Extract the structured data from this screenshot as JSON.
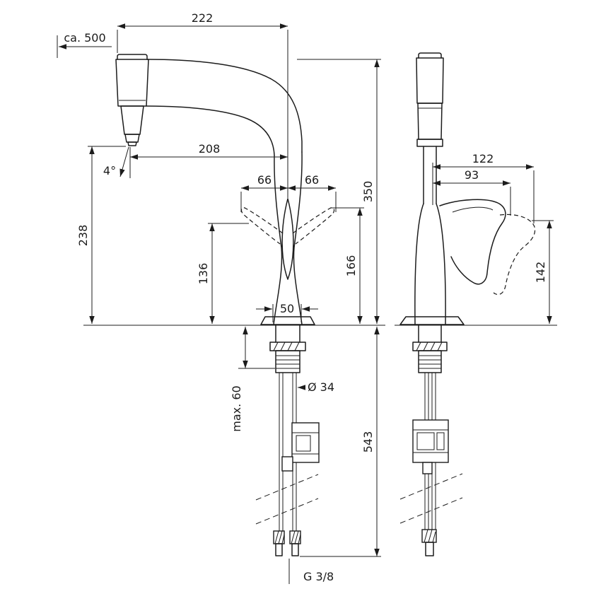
{
  "drawing": {
    "kind": "faucet-installation-dimension-drawing",
    "views": [
      "front",
      "side"
    ],
    "line_color": "#1c1c1c",
    "background_color": "#ffffff"
  },
  "dims": {
    "top_width": "222",
    "hose_extension": "ca. 500",
    "spout_reach": "208",
    "spout_angle": "4°",
    "lever_swing_left": "66",
    "lever_swing_right": "66",
    "total_height": "350",
    "spout_outlet_height": "238",
    "lever_bottom_height": "136",
    "lever_top_height": "166",
    "base_width": "50",
    "side_depth": "122",
    "side_lever_reach": "93",
    "side_lever_height": "142",
    "max_counter_thickness": "max. 60",
    "shank_diameter": "Ø 34",
    "hose_length_below": "543",
    "connection_thread": "G 3/8"
  }
}
